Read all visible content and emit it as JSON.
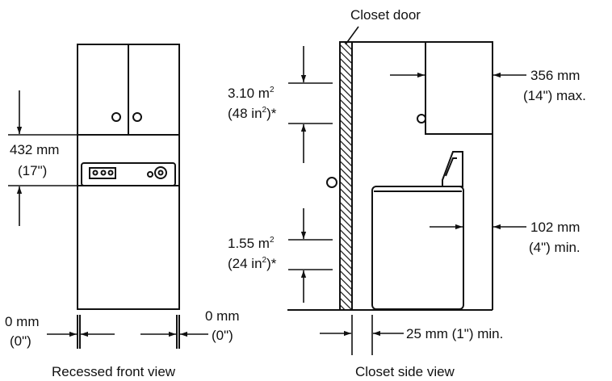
{
  "front_view": {
    "caption": "Recessed front view",
    "height_label_mm": "432 mm",
    "height_label_in": "(17\")",
    "left_gap_mm": "0 mm",
    "left_gap_in": "(0\")",
    "right_gap_mm": "0 mm",
    "right_gap_in": "(0\")"
  },
  "side_view": {
    "caption": "Closet side view",
    "door_label": "Closet door",
    "top_vent_area": "3.10 m",
    "top_vent_area_sup": "2",
    "top_vent_alt_prefix": "(48 in",
    "top_vent_alt_sup": "2",
    "top_vent_alt_suffix": ")*",
    "bottom_vent_area": "1.55 m",
    "bottom_vent_area_sup": "2",
    "bottom_vent_alt_prefix": "(24 in",
    "bottom_vent_alt_sup": "2",
    "bottom_vent_alt_suffix": ")*",
    "cabinet_depth_mm": "356 mm",
    "cabinet_depth_in": "(14\") max.",
    "rear_clearance_mm": "102 mm",
    "rear_clearance_in": "(4\") min.",
    "front_clearance": "25 mm (1\") min."
  }
}
